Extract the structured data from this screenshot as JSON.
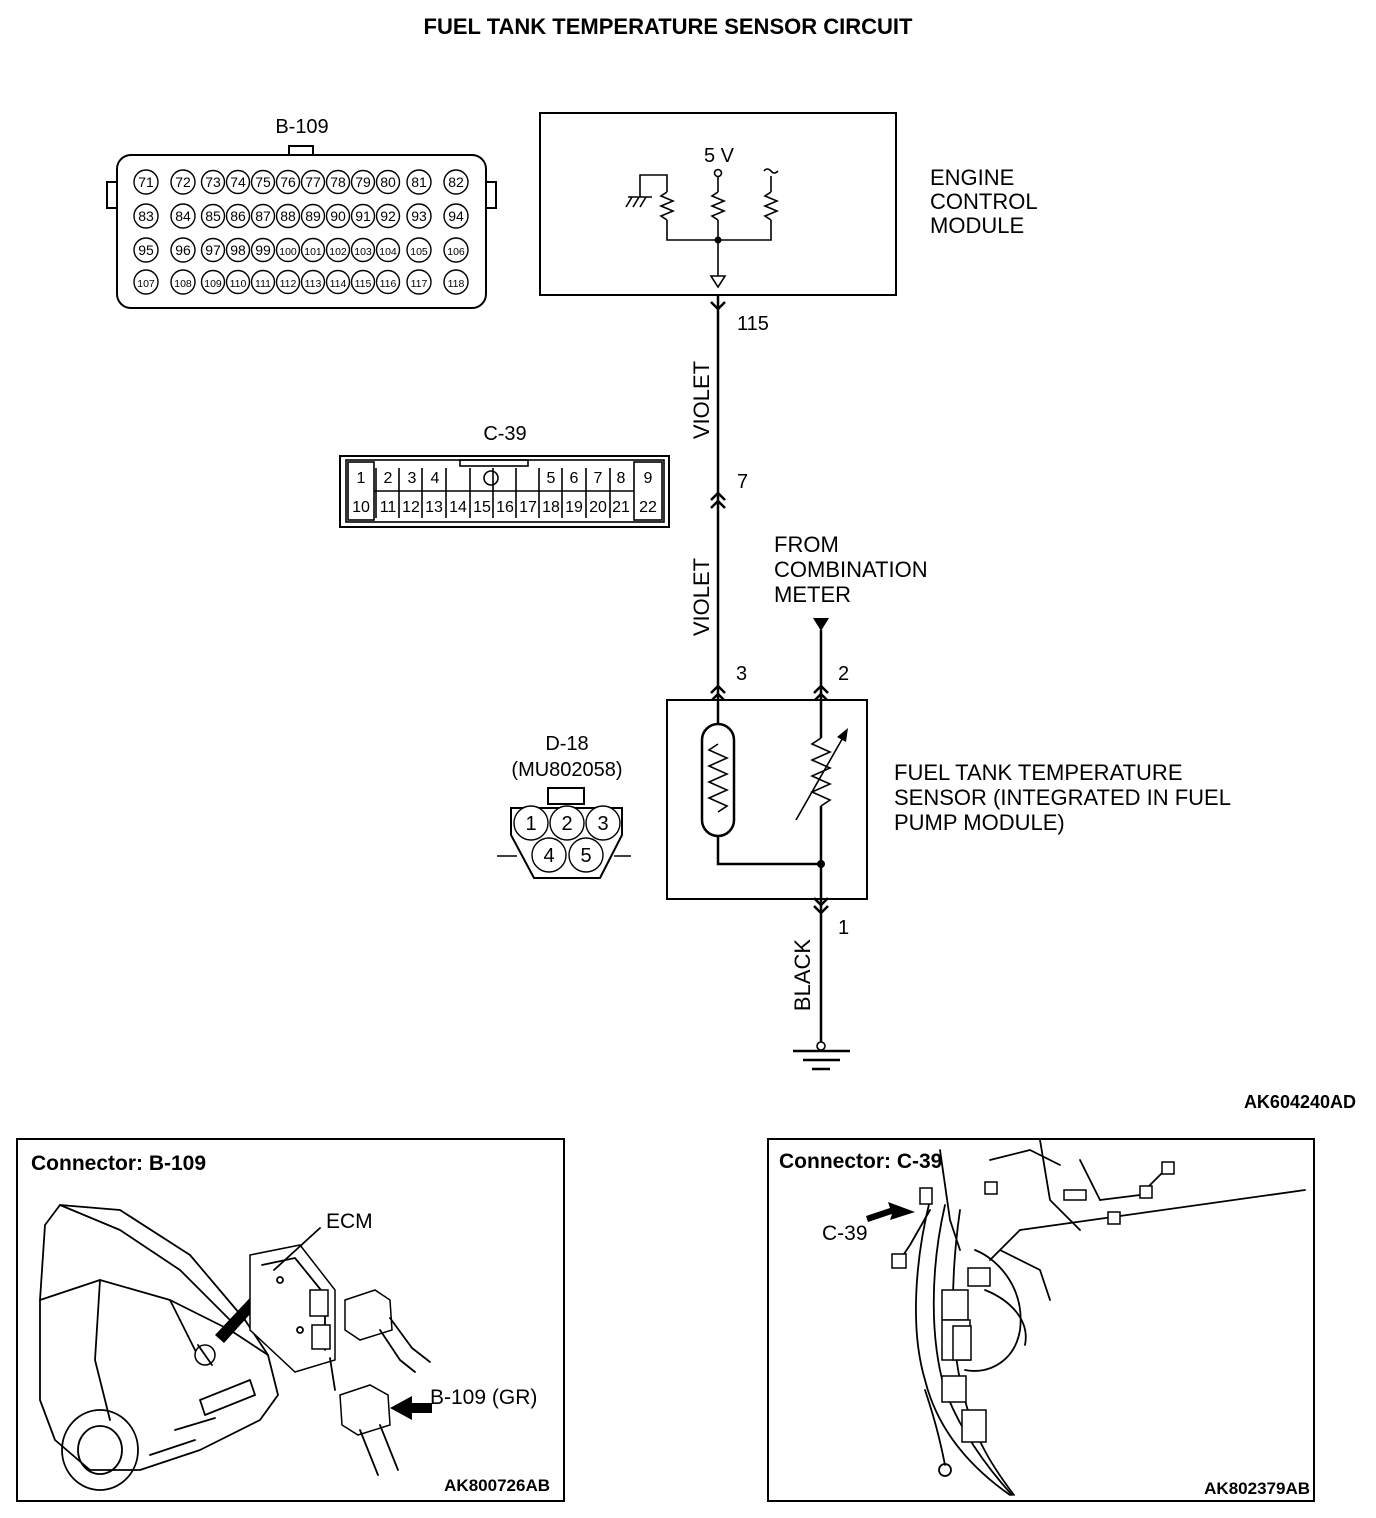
{
  "title": "FUEL TANK TEMPERATURE SENSOR CIRCUIT",
  "figure_id": "AK604240AD",
  "ecm": {
    "label_lines": [
      "ENGINE",
      "CONTROL",
      "MODULE"
    ],
    "supply": "5 V",
    "pin": "115"
  },
  "connector_b109": {
    "label": "B-109",
    "rows": [
      [
        "71",
        "72",
        "73",
        "74",
        "75",
        "76",
        "77",
        "78",
        "79",
        "80",
        "81",
        "82"
      ],
      [
        "83",
        "84",
        "85",
        "86",
        "87",
        "88",
        "89",
        "90",
        "91",
        "92",
        "93",
        "94"
      ],
      [
        "95",
        "96",
        "97",
        "98",
        "99",
        "100",
        "101",
        "102",
        "103",
        "104",
        "105",
        "106"
      ],
      [
        "107",
        "108",
        "109",
        "110",
        "111",
        "112",
        "113",
        "114",
        "115",
        "116",
        "117",
        "118"
      ]
    ]
  },
  "connector_c39": {
    "label": "C-39",
    "pin": "7",
    "top_pins": [
      "1",
      "2",
      "3",
      "4",
      "5",
      "6",
      "7",
      "8",
      "9"
    ],
    "bottom_pins": [
      "10",
      "11",
      "12",
      "13",
      "14",
      "15",
      "16",
      "17",
      "18",
      "19",
      "20",
      "21",
      "22"
    ]
  },
  "connector_d18": {
    "label": "D-18",
    "part": "(MU802058)",
    "pins": [
      "1",
      "2",
      "3",
      "4",
      "5"
    ]
  },
  "wires": {
    "upper": "VIOLET",
    "lower": "VIOLET",
    "ground": "BLACK"
  },
  "combination_meter": {
    "label_lines": [
      "FROM",
      "COMBINATION",
      "METER"
    ]
  },
  "sensor": {
    "label_lines": [
      "FUEL TANK TEMPERATURE",
      "SENSOR (INTEGRATED IN FUEL",
      "PUMP MODULE)"
    ],
    "pin_signal": "3",
    "pin_gauge": "2",
    "pin_ground": "1"
  },
  "panel_b109": {
    "title": "Connector: B-109",
    "ecm_label": "ECM",
    "connector_label": "B-109 (GR)",
    "figure_id": "AK800726AB"
  },
  "panel_c39": {
    "title": "Connector: C-39",
    "connector_label": "C-39",
    "figure_id": "AK802379AB"
  }
}
